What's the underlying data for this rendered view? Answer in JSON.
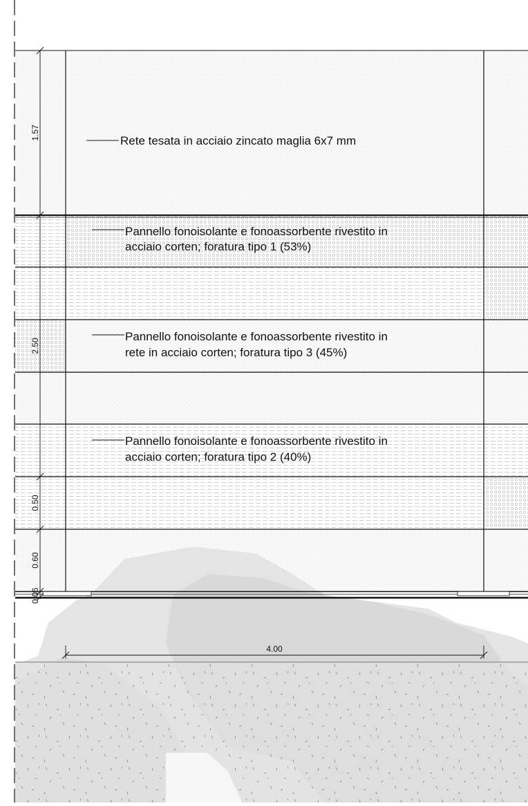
{
  "drawing": {
    "labels": {
      "mesh": "Rete tesata in acciaio zincato maglia 6x7 mm",
      "panel1_line1": "Pannello fonoisolante e fonoassorbente rivestito in",
      "panel1_line2": "acciaio corten; foratura tipo 1 (53%)",
      "panel3_line1": "Pannello fonoisolante e fonoassorbente rivestito in",
      "panel3_line2": "rete in acciaio corten; foratura tipo 3 (45%)",
      "panel2_line1": "Pannello fonoisolante e fonoassorbente rivestito in",
      "panel2_line2": "acciaio corten; foratura tipo 2 (40%)"
    },
    "dimensions": {
      "mesh_height": "1.57",
      "panels_height": "2.50",
      "lower_panel_height": "0.50",
      "base_panel_height": "0.60",
      "curb_height": "0.06",
      "bay_width": "4.00"
    }
  }
}
